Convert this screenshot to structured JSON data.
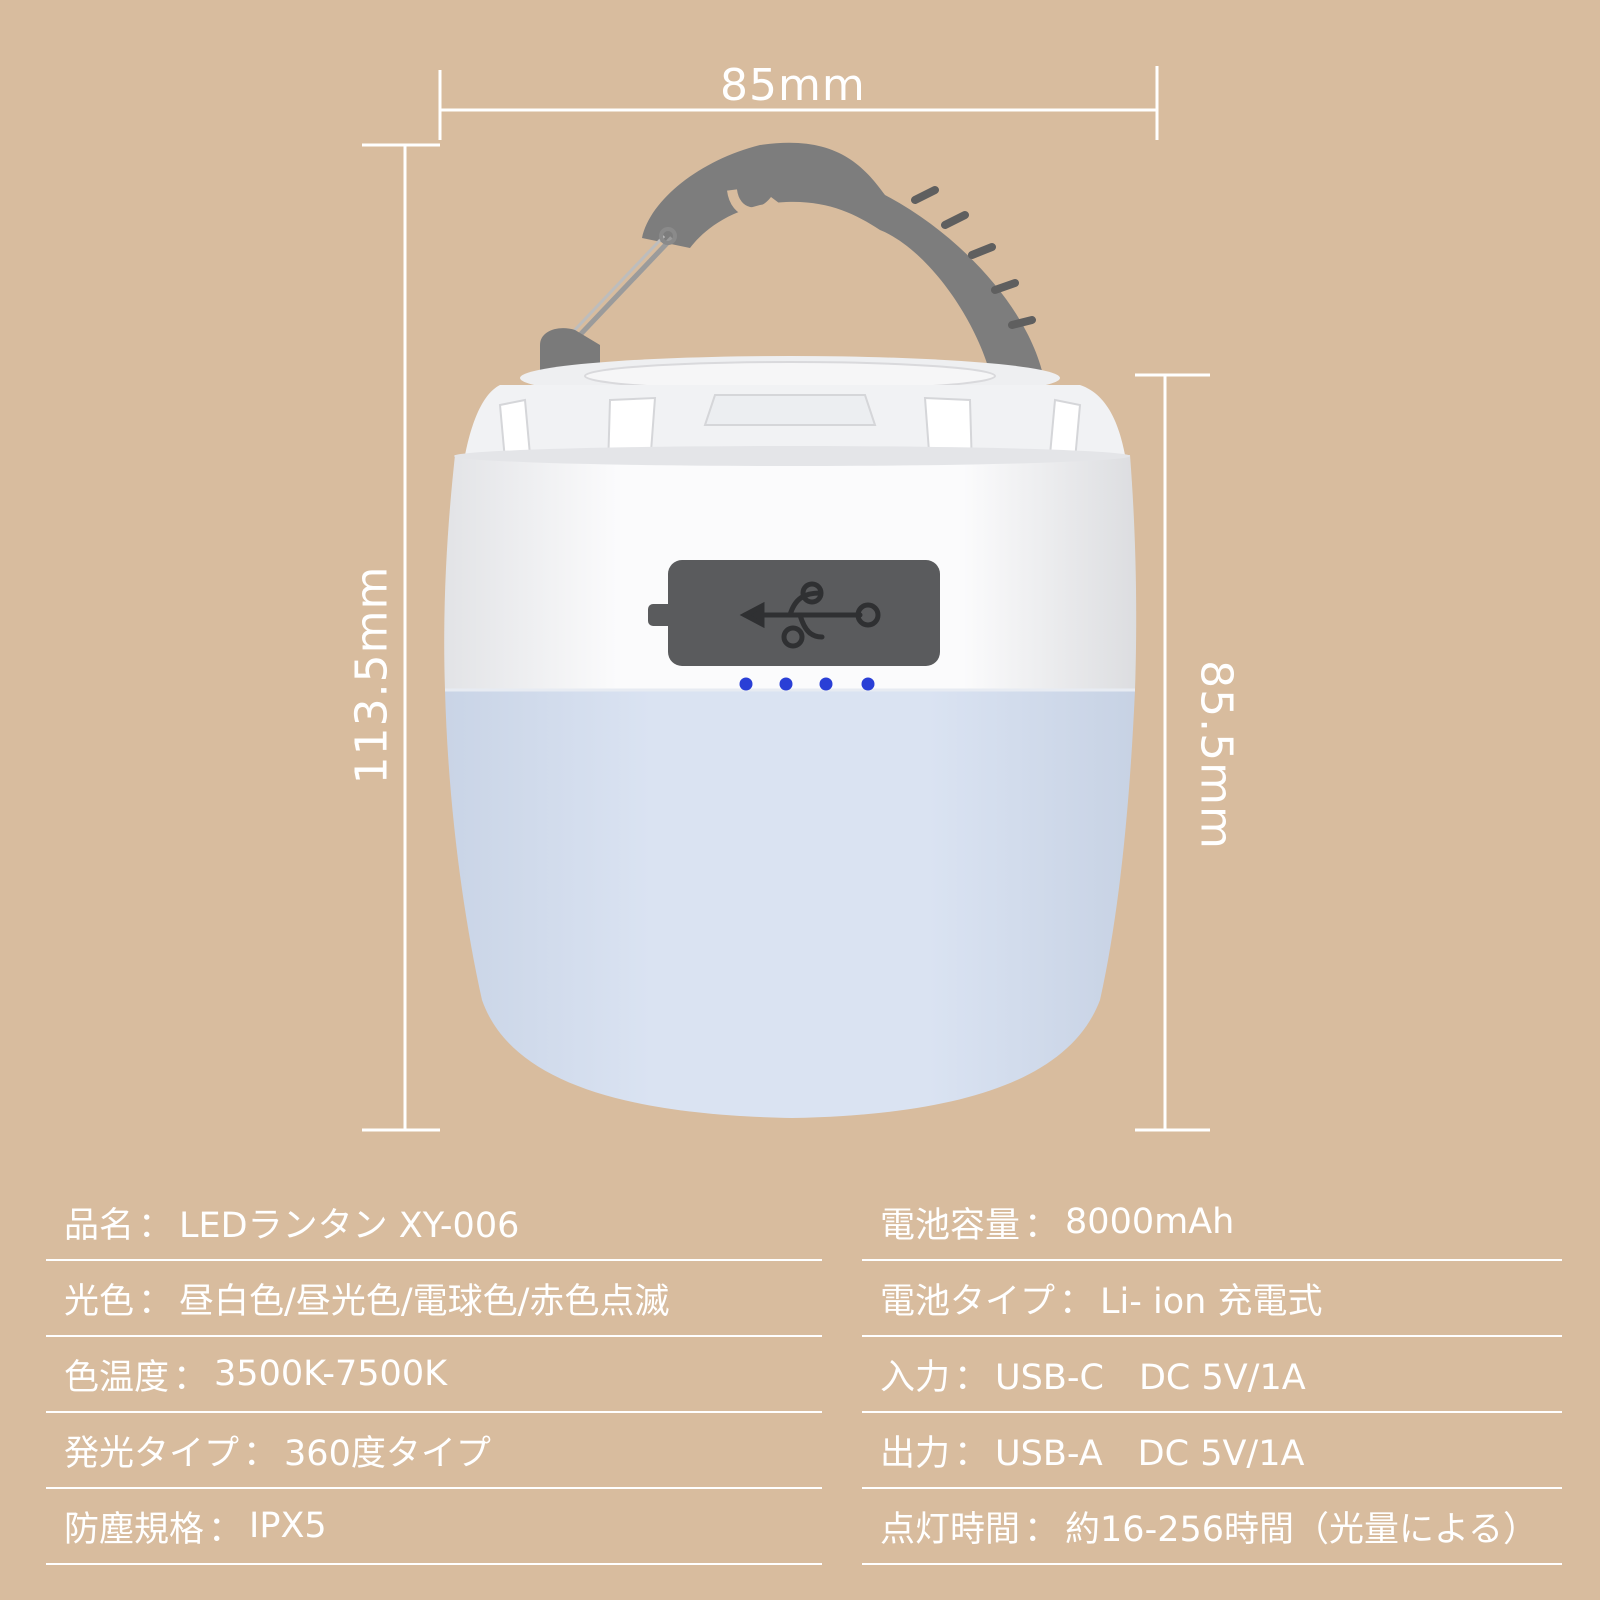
{
  "dimensions": {
    "width": "85mm",
    "height_total": "113.5mm",
    "height_body": "85.5mm"
  },
  "colors": {
    "background": "#d8bc9e",
    "lines": "#ffffff",
    "handle": "#7d7d7d",
    "shell": "#f7f7f8",
    "diffuser": "#d5dff0",
    "indicator_led": "#2a3fd6"
  },
  "icons": {
    "port_cover": "usb-icon"
  },
  "indicator_leds": 4,
  "specs_left": [
    {
      "label": "品名",
      "value": "LEDランタン XY-006"
    },
    {
      "label": "光色",
      "value": "昼白色/昼光色/電球色/赤色点滅"
    },
    {
      "label": "色温度",
      "value": "3500K-7500K"
    },
    {
      "label": "発光タイプ",
      "value": "360度タイプ"
    },
    {
      "label": "防塵規格",
      "value": "IPX5"
    }
  ],
  "specs_right": [
    {
      "label": "電池容量",
      "value": "8000mAh"
    },
    {
      "label": "電池タイプ",
      "value": "Li- ion 充電式"
    },
    {
      "label": "入力",
      "value": "USB-C　DC 5V/1A"
    },
    {
      "label": "出力",
      "value": "USB-A　DC 5V/1A"
    },
    {
      "label": "点灯時間",
      "value": "約16-256時間（光量による）"
    }
  ]
}
